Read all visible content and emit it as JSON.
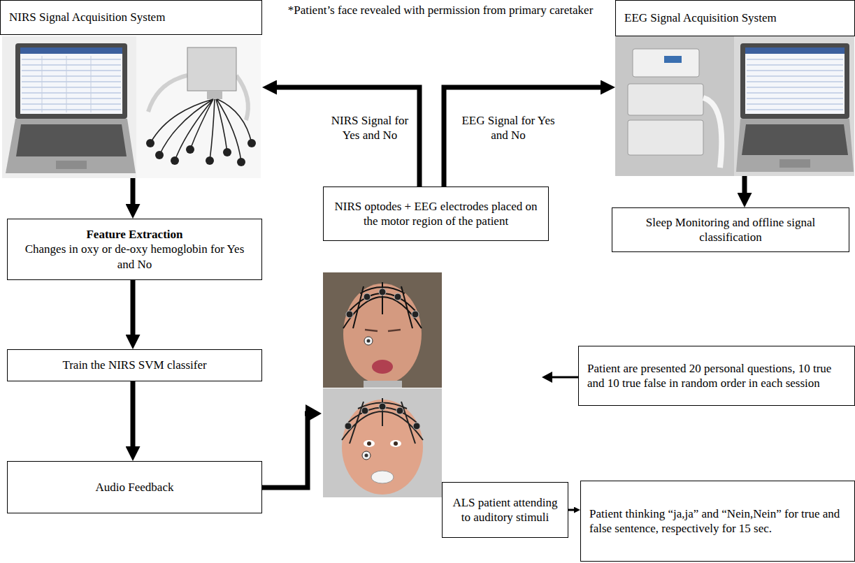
{
  "diagram": {
    "nodes": [
      {
        "text": [
          "NIRS Signal Acquisition System"
        ]
      },
      {
        "text": [
          "EEG Signal Acquisition System"
        ]
      },
      {
        "text": [
          "NIRS optodes + EEG electrodes placed on the motor region of the patient"
        ]
      },
      {
        "text": [
          "Sleep Monitoring and offline signal classification"
        ]
      },
      {
        "text": [
          "Feature Extraction",
          "Changes in oxy or de-oxy hemoglobin for Yes and No"
        ]
      },
      {
        "text": [
          "Patient are presented 20 personal questions, 10 true and 10 true false in random order in each session"
        ]
      },
      {
        "text": [
          "Train the NIRS SVM classifer"
        ]
      },
      {
        "text": [
          "Audio Feedback"
        ]
      },
      {
        "text": [
          "ALS patient attending to auditory stimuli"
        ]
      },
      {
        "text": [
          "Patient thinking “ja,ja” and “Nein,Nein” for true and false sentence, respectively for 15 sec."
        ]
      }
    ],
    "edges": [
      {
        "from": 2,
        "to": 0,
        "arrow": "to",
        "label": "NIRS Signal for Yes and No"
      },
      {
        "from": 2,
        "to": 1,
        "arrow": "to",
        "label": "EEG Signal for Yes and No"
      },
      {
        "from": 0,
        "to": 4,
        "arrow": "to"
      },
      {
        "from": 4,
        "to": 6,
        "arrow": "to"
      },
      {
        "from": 6,
        "to": 7,
        "arrow": "to"
      },
      {
        "from": 1,
        "to": 3,
        "arrow": "to"
      },
      {
        "from": 8,
        "to": 9,
        "arrow": "to"
      }
    ],
    "labels": [
      "*Patient’s face revealed with permission from primary caretaker"
    ]
  }
}
